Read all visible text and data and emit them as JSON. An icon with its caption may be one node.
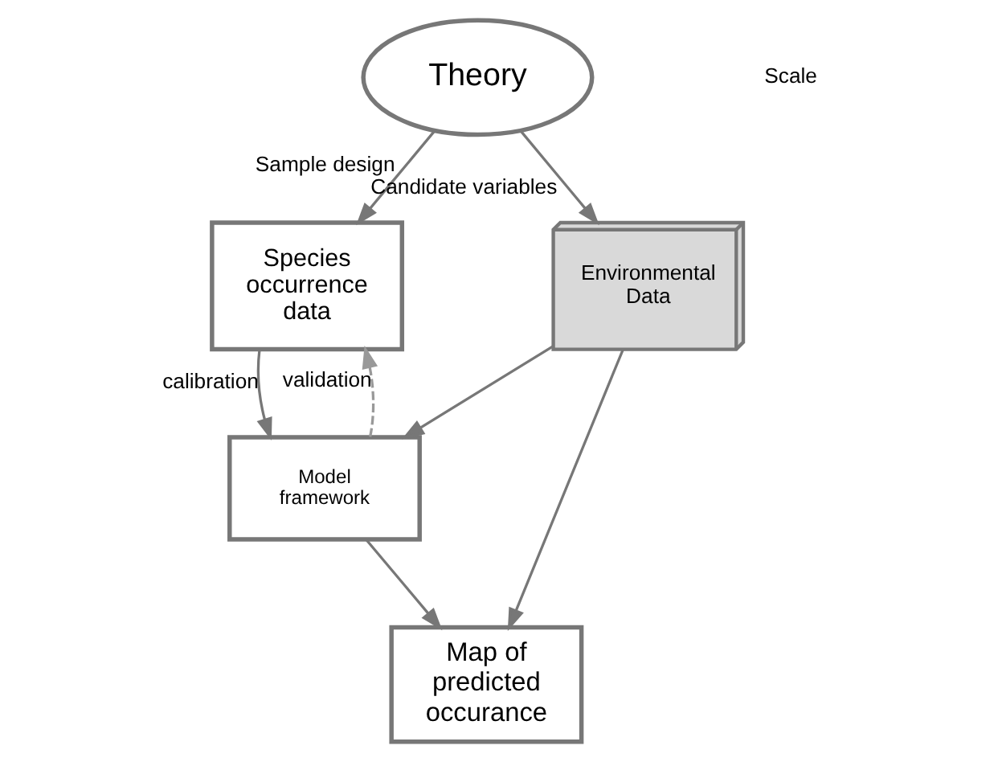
{
  "diagram": {
    "nodes": [
      {
        "text": [
          "Theory"
        ]
      },
      {
        "text": [
          "Species occurrence data"
        ]
      },
      {
        "text": [
          "Environmental Data"
        ]
      },
      {
        "text": [
          "Model framework"
        ]
      },
      {
        "text": [
          "Map of predicted occurance"
        ]
      }
    ],
    "edges": [
      {
        "from": 0,
        "to": 1,
        "arrow": "to",
        "label": "Sample design"
      },
      {
        "from": 0,
        "to": 2,
        "arrow": "to",
        "label": "Candidate variables"
      },
      {
        "from": 1,
        "to": 3,
        "arrow": "to",
        "label": "calibration"
      },
      {
        "from": 3,
        "to": 1,
        "arrow": "to",
        "label": "validation",
        "style": "dashed",
        "color": "#999999"
      },
      {
        "from": 2,
        "to": 3,
        "arrow": "to"
      },
      {
        "from": 3,
        "to": 4,
        "arrow": "to"
      },
      {
        "from": 2,
        "to": 4,
        "arrow": "to"
      }
    ],
    "labels": [
      "Scale"
    ]
  }
}
